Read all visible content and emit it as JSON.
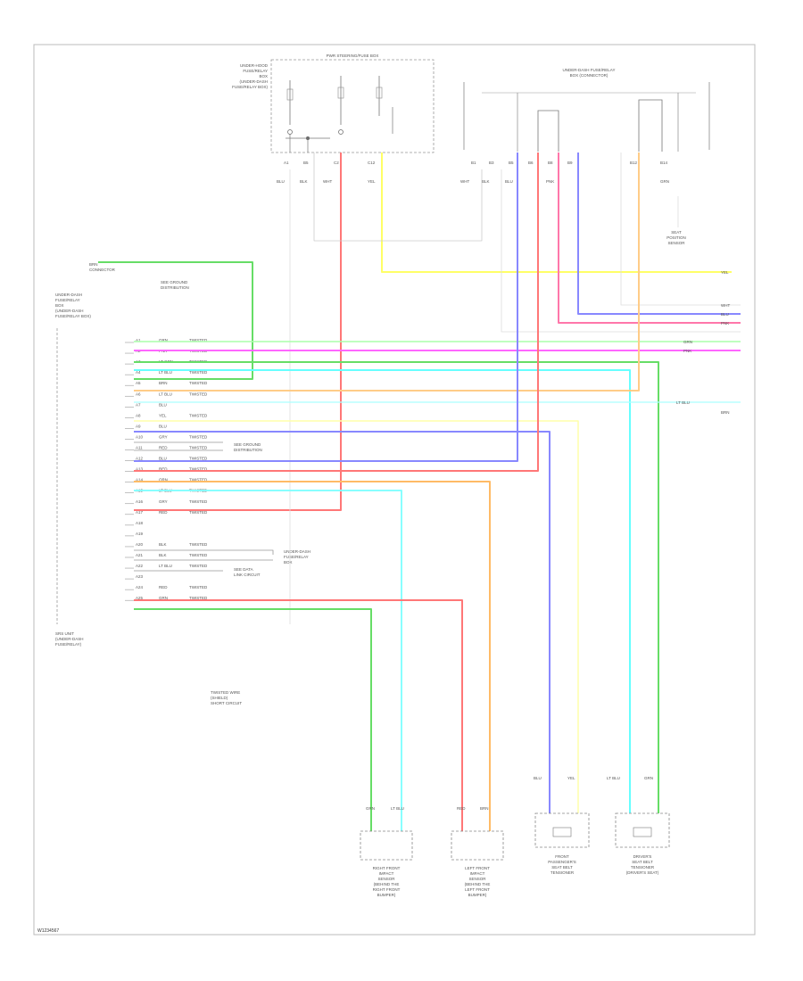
{
  "diagram": {
    "title_code": "W1234567",
    "top_box": {
      "title": "PWR STEERING/FUSE BOX",
      "left_label": [
        "UNDER-HOOD",
        "FUSE/RELAY",
        "BOX",
        "(UNDER-DASH",
        "FUSE/RELAY BOX)"
      ],
      "pins": [
        "A1",
        "B5",
        "C2",
        "C12"
      ],
      "wire_labels": [
        "BLU",
        "BLK",
        "WHT",
        "YEL"
      ]
    },
    "top_right_box": {
      "title": "UNDER-DASH FUSE/RELAY",
      "subtitle": "BOX (CONNECTOR)",
      "pins": [
        "B1",
        "B3",
        "B5",
        "B6",
        "B8",
        "B9",
        "B12",
        "B14"
      ],
      "wire_labels": [
        "WHT",
        "BLK",
        "BLU",
        "PNK",
        "GRN"
      ]
    },
    "left_connector": {
      "top_label": [
        "BRN",
        "CONNECTOR"
      ],
      "note": [
        "SEE GROUND",
        "DISTRIBUTION"
      ],
      "label": [
        "UNDER-DASH",
        "FUSE/RELAY",
        "BOX",
        "(UNDER-DASH",
        "FUSE/RELAY BOX)"
      ],
      "bottom_label": [
        "SRS UNIT",
        "(UNDER-DASH",
        "FUSE/RELAY)"
      ],
      "rows": [
        {
          "pin": "A1",
          "color": "GRN",
          "twisted": "TWISTED"
        },
        {
          "pin": "A2",
          "color": "PNK",
          "twisted": "TWISTED"
        },
        {
          "pin": "A3",
          "color": "LT GRN",
          "twisted": "TWISTED"
        },
        {
          "pin": "A4",
          "color": "LT BLU",
          "twisted": "TWISTED"
        },
        {
          "pin": "A5",
          "color": "BRN",
          "twisted": "TWISTED"
        },
        {
          "pin": "A6",
          "color": "LT BLU",
          "twisted": "TWISTED"
        },
        {
          "pin": "A7",
          "color": "BLU",
          "twisted": ""
        },
        {
          "pin": "A8",
          "color": "YEL",
          "twisted": "TWISTED"
        },
        {
          "pin": "A9",
          "color": "BLU",
          "twisted": ""
        },
        {
          "pin": "A10",
          "color": "GRY",
          "twisted": "TWISTED"
        },
        {
          "pin": "A11",
          "color": "RED",
          "twisted": "TWISTED"
        },
        {
          "pin": "A12",
          "color": "BLU",
          "twisted": "TWISTED"
        },
        {
          "pin": "A13",
          "color": "RED",
          "twisted": "TWISTED"
        },
        {
          "pin": "A14",
          "color": "ORN",
          "twisted": "TWISTED"
        },
        {
          "pin": "A15",
          "color": "LT BLU",
          "twisted": "TWISTED"
        },
        {
          "pin": "A16",
          "color": "GRY",
          "twisted": "TWISTED"
        },
        {
          "pin": "A17",
          "color": "RED",
          "twisted": "TWISTED"
        },
        {
          "pin": "A18",
          "color": "",
          "twisted": ""
        },
        {
          "pin": "A19",
          "color": "",
          "twisted": ""
        },
        {
          "pin": "A20",
          "color": "BLK",
          "twisted": "TWISTED"
        },
        {
          "pin": "A21",
          "color": "BLK",
          "twisted": "TWISTED"
        },
        {
          "pin": "A22",
          "color": "LT BLU",
          "twisted": "TWISTED"
        },
        {
          "pin": "A23",
          "color": "",
          "twisted": ""
        },
        {
          "pin": "A24",
          "color": "RED",
          "twisted": "TWISTED"
        },
        {
          "pin": "A25",
          "color": "GRN",
          "twisted": "TWISTED"
        }
      ],
      "mid_note_1": [
        "SEE GROUND",
        "DISTRIBUTION"
      ],
      "mid_note_2": [
        "UNDER-DASH",
        "FUSE/RELAY",
        "BOX"
      ],
      "mid_note_3": [
        "SEE DATA",
        "LINK CIRCUIT"
      ]
    },
    "right_edge_labels": [
      "YEL",
      "WHT",
      "BLU",
      "PNK",
      "GRN",
      "PNK",
      "LT BLU",
      "BRN"
    ],
    "center_note": [
      "TWISTED WIRE",
      "(SHIELD)",
      "SHORT CIRCUIT"
    ],
    "components": [
      {
        "name": [
          "RIGHT FRONT",
          "IMPACT",
          "SENSOR",
          "(BEHIND THE",
          "RIGHT FRONT",
          "BUMPER)"
        ],
        "wires": [
          "GRN",
          "LT BLU"
        ]
      },
      {
        "name": [
          "LEFT FRONT",
          "IMPACT",
          "SENSOR",
          "(BEHIND THE",
          "LEFT FRONT",
          "BUMPER)"
        ],
        "wires": [
          "RED",
          "BRN"
        ]
      },
      {
        "name": [
          "FRONT",
          "PASSENGER'S",
          "SEAT BELT",
          "TENSIONER"
        ],
        "wires": [
          "BLU",
          "YEL"
        ]
      },
      {
        "name": [
          "DRIVER'S",
          "SEAT BELT",
          "TENSIONER",
          "(DRIVER'S SEAT)"
        ],
        "wires": [
          "LT BLU",
          "GRN"
        ]
      }
    ],
    "right_top_note": [
      "SEAT",
      "POSITION",
      "SENSOR"
    ]
  }
}
